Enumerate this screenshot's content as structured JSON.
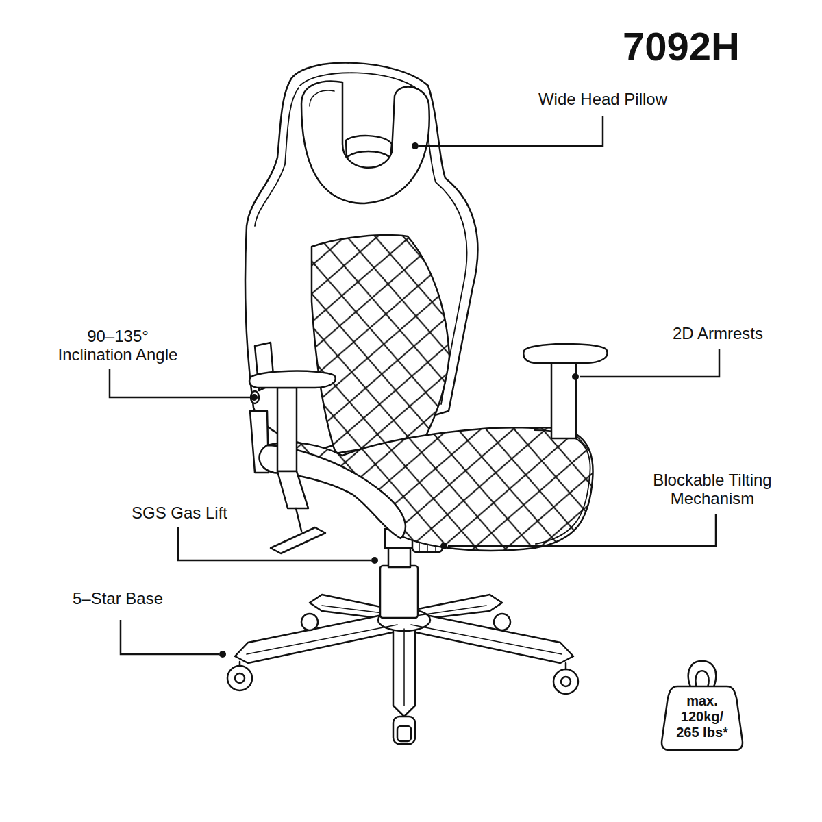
{
  "diagram": {
    "title": "7092H",
    "nodes": [
      {
        "text": [
          "max. 120kg/ 265 lbs*"
        ]
      }
    ],
    "labels": [
      "Wide Head Pillow",
      "90–135° Inclination Angle",
      "2D Armrests",
      "Blockable Tilting Mechanism",
      "SGS Gas Lift",
      "5–Star Base"
    ]
  }
}
